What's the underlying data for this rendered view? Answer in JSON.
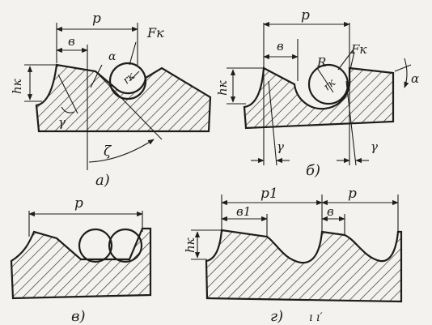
{
  "panels": [
    {
      "id": "a",
      "caption": "а)",
      "labels": {
        "pitch": "p",
        "width": "в",
        "height": "hк",
        "force": "Fк",
        "radius": "rк",
        "alpha": "α",
        "gamma": "γ",
        "zeta": "ζ"
      }
    },
    {
      "id": "b",
      "caption": "б)",
      "labels": {
        "pitch": "p",
        "width": "в",
        "height": "hк",
        "force": "Fк",
        "radius": "rк",
        "big_radius": "R",
        "alpha": "α",
        "gamma_left": "γ",
        "gamma_right": "γ"
      }
    },
    {
      "id": "v",
      "caption": "в)",
      "labels": {
        "pitch": "p"
      }
    },
    {
      "id": "g",
      "caption": "г)",
      "labels": {
        "pitch1": "p1",
        "pitch": "p",
        "width1": "в1",
        "width": "в",
        "height": "hк",
        "stray": "ı ı′"
      }
    }
  ]
}
